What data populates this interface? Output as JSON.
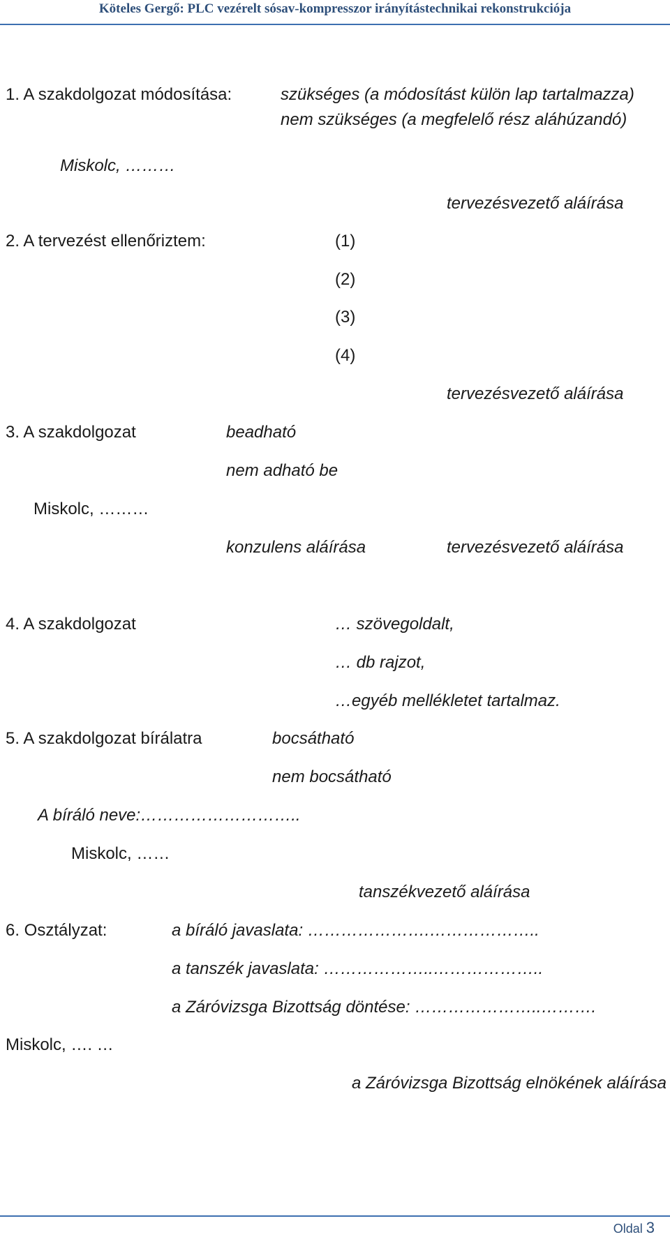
{
  "header": {
    "title": "Köteles Gergő: PLC vezérelt sósav-kompresszor irányítástechnikai rekonstrukciója"
  },
  "section1": {
    "label": "1.  A szakdolgozat módosítása:",
    "option_needed": "szükséges (a módosítást külön lap tartalmazza)",
    "option_not_needed": "nem szükséges (a megfelelő rész aláhúzandó)",
    "place_date": "Miskolc, ………",
    "signature": "tervezésvezető aláírása"
  },
  "section2": {
    "label": "2.  A tervezést ellenőriztem:",
    "checks": [
      "(1)",
      "(2)",
      "(3)",
      "(4)"
    ],
    "signature": "tervezésvezető aláírása"
  },
  "section3": {
    "label": "3.  A szakdolgozat",
    "option_accept": "beadható",
    "option_reject": "nem adható be",
    "place_date": "Miskolc, ………",
    "signature_consultant": "konzulens aláírása",
    "signature_supervisor": "tervezésvezető aláírása"
  },
  "section4": {
    "label": "4.  A szakdolgozat",
    "text_pages": "… szövegoldalt,",
    "drawings": "… db rajzot,",
    "attachments": "…egyéb mellékletet tartalmaz."
  },
  "section5": {
    "label": "5.  A szakdolgozat bírálatra",
    "option_accept": "bocsátható",
    "option_reject": "nem bocsátható",
    "reviewer_name": "A bíráló neve:………………………..",
    "place_date": "Miskolc, ……",
    "signature": "tanszékvezető aláírása"
  },
  "section6": {
    "label": "6.  Osztályzat:",
    "reviewer_proposal": "a bíráló javaslata: ………………….………………..",
    "department_proposal": "a tanszék javaslata: ………………..………………..",
    "committee_decision": "a Záróvizsga Bizottság döntése: …………………..……….",
    "place_date": "Miskolc, …. …",
    "signature": "a Záróvizsga Bizottság elnökének aláírása"
  },
  "footer": {
    "page_label": "Oldal",
    "page_number": "3"
  }
}
